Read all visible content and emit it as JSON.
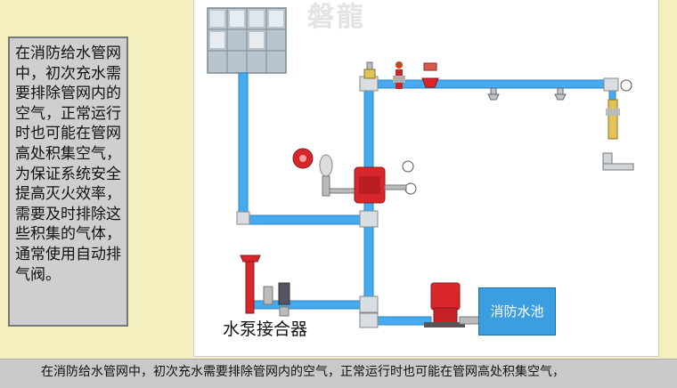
{
  "explanation": {
    "text": "在消防给水管网中，初次充水需要排除管网内的空气，正常运行时也可能在管网高处积集空气，为保证系统安全提高灭火效率，需要及时排除这些积集的气体，通常使用自动排气阀。"
  },
  "diagram": {
    "watermark": "磐龍",
    "pump_adapter_label": "水泵接合器",
    "water_tank_label": "消防水池"
  },
  "caption": {
    "text": "在消防给水管网中，初次充水需要排除管网内的空气，正常运行时也可能在管网高处积集空气，"
  },
  "colors": {
    "pipe": "#45aaf0",
    "valve_red": "#d8262b",
    "tank_fill": "#3a9ee0",
    "background": "#f3efbf"
  }
}
